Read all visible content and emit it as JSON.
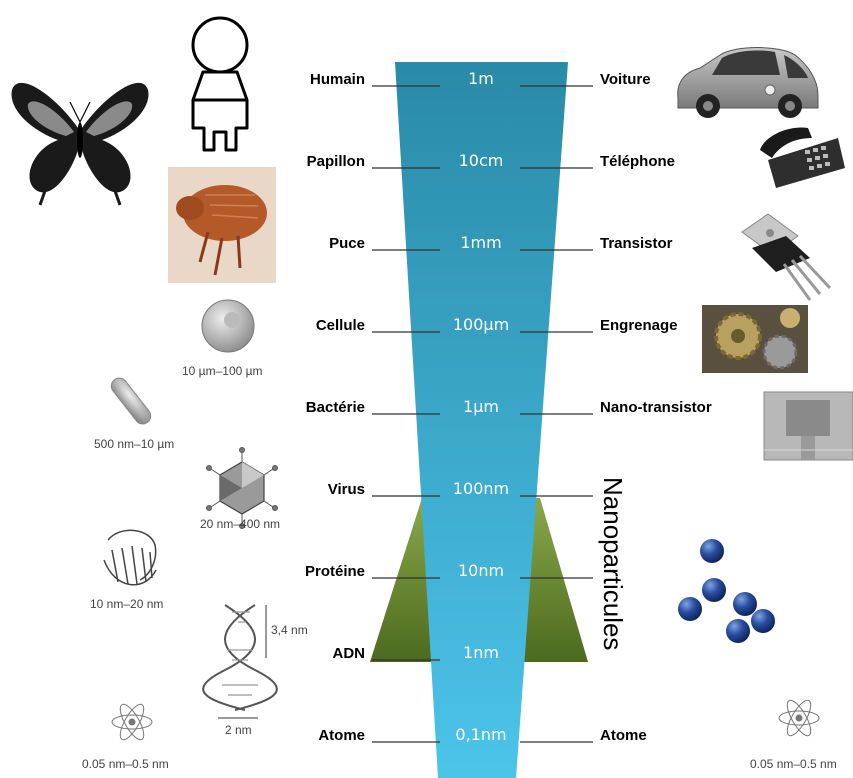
{
  "levels": [
    {
      "left": "Humain",
      "value": "1m",
      "right": "Voiture"
    },
    {
      "left": "Papillon",
      "value": "10cm",
      "right": "Téléphone"
    },
    {
      "left": "Puce",
      "value": "1mm",
      "right": "Transistor"
    },
    {
      "left": "Cellule",
      "value": "100µm",
      "right": "Engrenage"
    },
    {
      "left": "Bactérie",
      "value": "1µm",
      "right": "Nano-transistor"
    },
    {
      "left": "Virus",
      "value": "100nm",
      "right": ""
    },
    {
      "left": "Protéine",
      "value": "10nm",
      "right": ""
    },
    {
      "left": "ADN",
      "value": "1nm",
      "right": ""
    },
    {
      "left": "Atome",
      "value": "0,1nm",
      "right": "Atome"
    }
  ],
  "nano_label": "Nanoparticules",
  "captions": {
    "cell": "10 µm–100 µm",
    "bacteria": "500 nm–10 µm",
    "virus": "20 nm–400 nm",
    "protein": "10 nm–20 nm",
    "dna_pitch": "3,4 nm",
    "dna_width": "2 nm",
    "atom_left": "0.05 nm–0.5 nm",
    "atom_right": "0.05 nm–0.5 nm"
  },
  "colors": {
    "funnel_top": "#2a8aa8",
    "funnel_bottom": "#4cc4ea",
    "nano_triangle": "#5a7a2a",
    "nanoparticle": "#1e3f8a"
  },
  "icons": {
    "human": "human-outline-icon",
    "butterfly": "butterfly-icon",
    "flea": "flea-icon",
    "cell": "cell-icon",
    "bacteria": "bacteria-icon",
    "virus": "virus-icon",
    "protein": "protein-icon",
    "dna": "dna-icon",
    "atom": "atom-icon",
    "car": "car-icon",
    "phone": "phone-icon",
    "transistor": "transistor-icon",
    "gears": "gears-icon",
    "nano_transistor": "nano-transistor-icon",
    "nanoparticles": "nanoparticles-icon"
  }
}
